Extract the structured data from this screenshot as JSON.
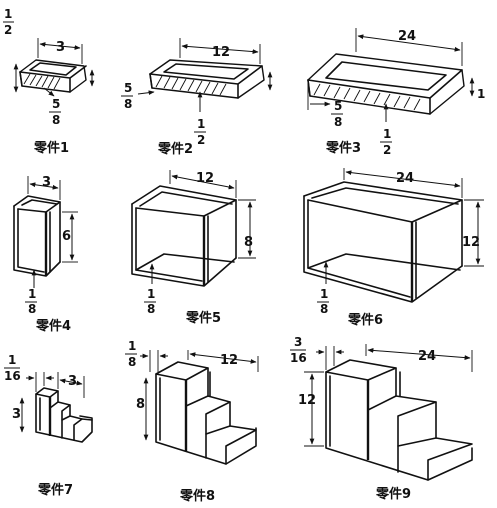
{
  "parts": [
    {
      "caption": "零件1",
      "length": "3",
      "height_num": "1",
      "height_den": "2",
      "width_num": "5",
      "width_den": "8"
    },
    {
      "caption": "零件2",
      "length": "12",
      "height_num": "1",
      "height_den": "2",
      "width_num": "5",
      "width_den": "8"
    },
    {
      "caption": "零件3",
      "length": "24",
      "height_num": "1",
      "height_den": "2",
      "width_num": "5",
      "width_den": "8"
    },
    {
      "caption": "零件4",
      "length": "3",
      "height": "6",
      "thick_num": "1",
      "thick_den": "8"
    },
    {
      "caption": "零件5",
      "length": "12",
      "height": "8",
      "thick_num": "1",
      "thick_den": "8"
    },
    {
      "caption": "零件6",
      "length": "24",
      "height": "12",
      "thick_num": "1",
      "thick_den": "8"
    },
    {
      "caption": "零件7",
      "length": "3",
      "height": "3",
      "thick_num": "1",
      "thick_den": "16"
    },
    {
      "caption": "零件8",
      "length": "12",
      "height": "8",
      "thick_num": "1",
      "thick_den": "8"
    },
    {
      "caption": "零件9",
      "length": "24",
      "height": "12",
      "thick_num": "3",
      "thick_den": "16"
    }
  ]
}
